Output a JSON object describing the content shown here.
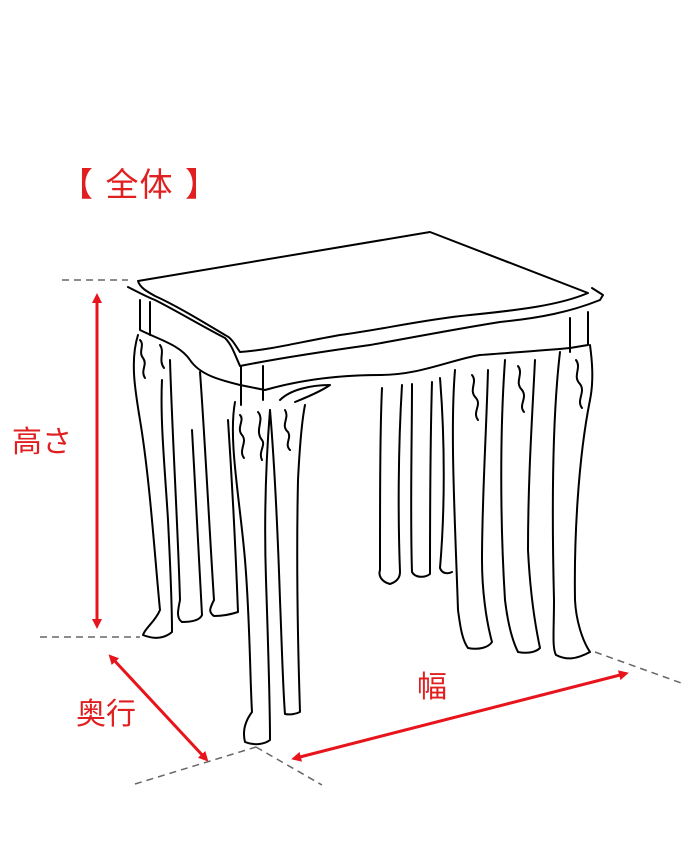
{
  "diagram": {
    "title": "【 全体 】",
    "subject": "nest-of-tables-line-drawing",
    "dimensions": {
      "height_label": "高さ",
      "depth_label": "奥行",
      "width_label": "幅"
    },
    "colors": {
      "annotation": "#e02020",
      "arrow": "#e8141c",
      "guide_line": "#666666",
      "drawing_stroke": "#000000",
      "background": "#ffffff"
    }
  }
}
